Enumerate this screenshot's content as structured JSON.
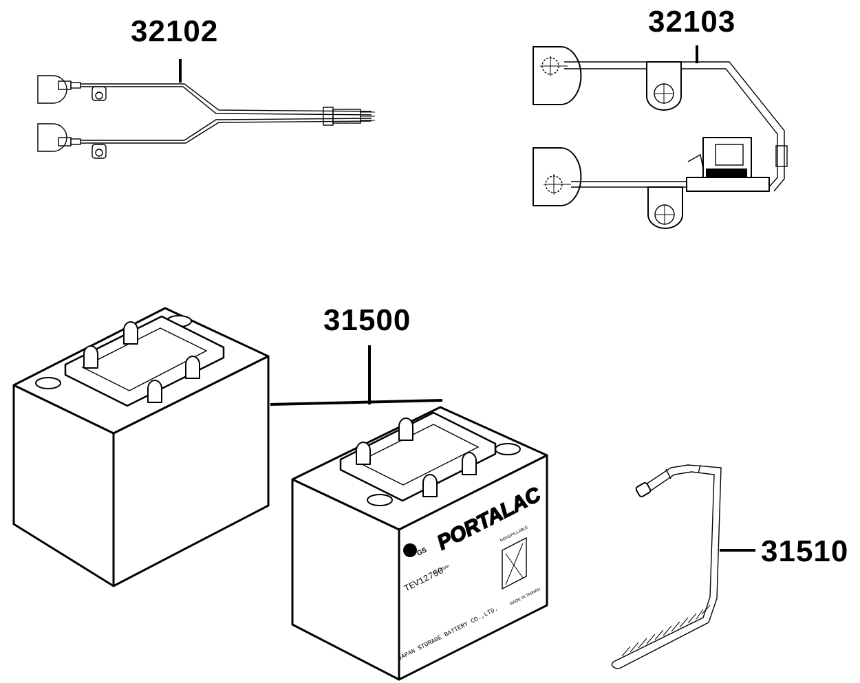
{
  "callouts": {
    "c32102": "32102",
    "c32103": "32103",
    "c31500": "31500",
    "c31510": "31510"
  },
  "battery_label": {
    "brand": "PORTALAC",
    "logo": "GS",
    "model": "TEV12750",
    "rating": "12V 75Ah",
    "maker": "JAPAN STORAGE BATTERY CO.,LTD.",
    "origin": "MADE IN TAIWAN",
    "warning": "NONSPILLABLE"
  },
  "colors": {
    "ink": "#000000",
    "paper": "#ffffff"
  }
}
